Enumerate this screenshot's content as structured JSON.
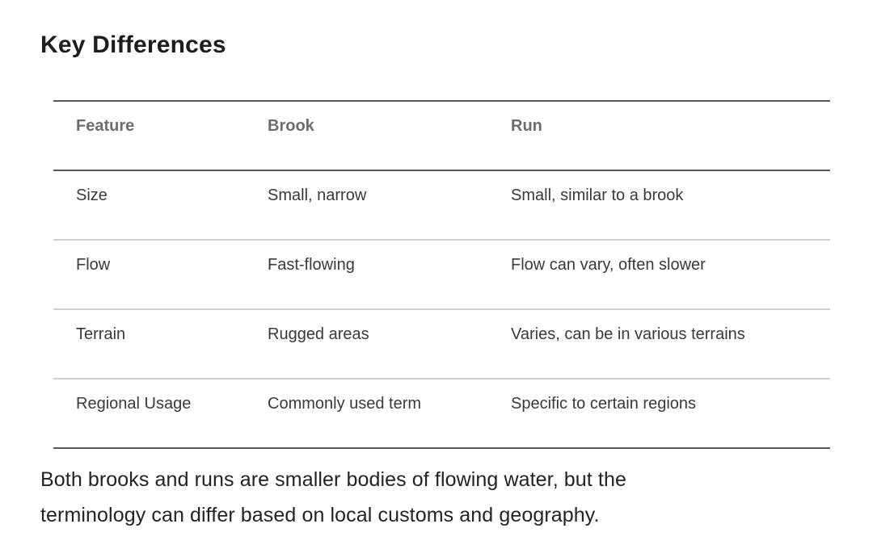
{
  "page": {
    "title": "Key Differences"
  },
  "table": {
    "columns": [
      "Feature",
      "Brook",
      "Run"
    ],
    "rows": [
      [
        "Size",
        "Small, narrow",
        "Small, similar to a brook"
      ],
      [
        "Flow",
        "Fast-flowing",
        "Flow can vary, often slower"
      ],
      [
        "Terrain",
        "Rugged areas",
        "Varies, can be in various terrains"
      ],
      [
        "Regional Usage",
        "Commonly used term",
        "Specific to certain regions"
      ]
    ]
  },
  "paragraph": {
    "lines": [
      "Both brooks and runs are smaller bodies of flowing water, but the",
      "terminology can differ based on local customs and geography."
    ],
    "full_text": "Both brooks and runs are smaller bodies of flowing water, but the terminology can differ based on local customs and geography."
  },
  "colors": {
    "title_text": "#1d1d1f",
    "header_text": "#6d6d70",
    "body_text": "#39393c",
    "paragraph_text": "#232325",
    "strong_border": "#58585a",
    "row_divider": "#cfcfcf",
    "background": "#ffffff"
  }
}
